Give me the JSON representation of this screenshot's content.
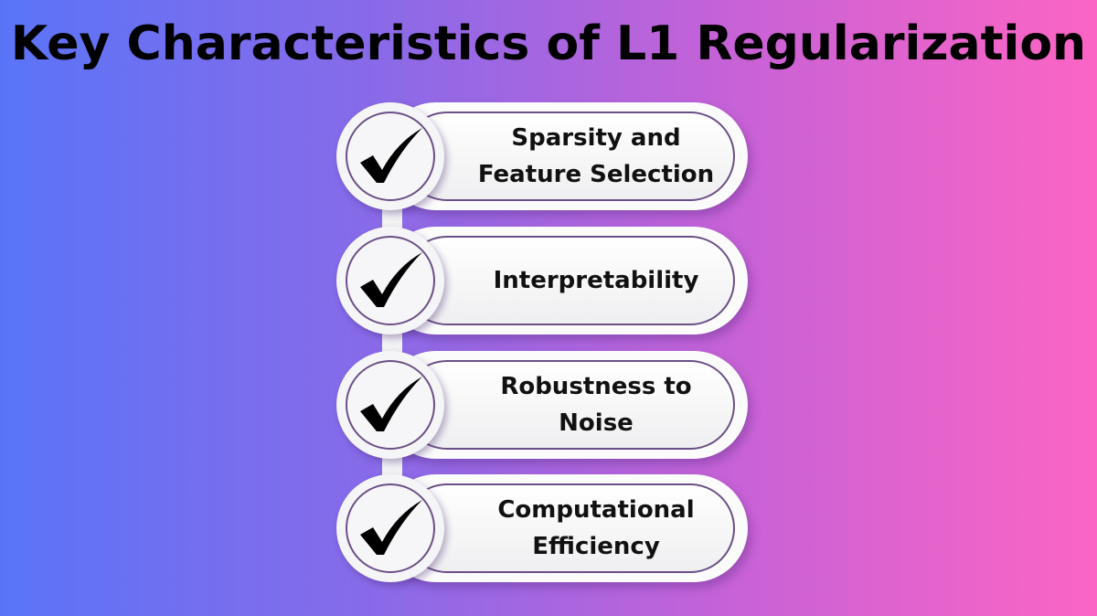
{
  "title": "Key Characteristics of L1 Regularization",
  "colors": {
    "gradient_left": "#5a74f8",
    "gradient_right": "#fc64c4",
    "outline": "#6a4f86"
  },
  "items": [
    {
      "icon": "checkmark-icon",
      "label": "Sparsity and\nFeature Selection"
    },
    {
      "icon": "checkmark-icon",
      "label": "Interpretability"
    },
    {
      "icon": "checkmark-icon",
      "label": "Robustness to\nNoise"
    },
    {
      "icon": "checkmark-icon",
      "label": "Computational\nEfficiency"
    }
  ]
}
